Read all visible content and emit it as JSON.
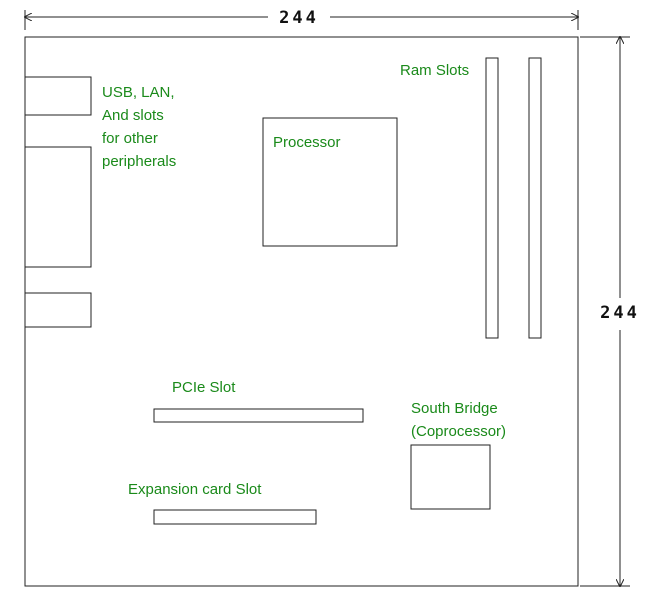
{
  "dimensions": {
    "width": "244",
    "height": "244"
  },
  "labels": {
    "ports": [
      "USB, LAN,",
      "And slots",
      "for other",
      "peripherals"
    ],
    "ram": "Ram Slots",
    "processor": "Processor",
    "pcie": "PCIe Slot",
    "south_bridge": [
      "South Bridge",
      "(Coprocessor)"
    ],
    "expansion": "Expansion card Slot"
  },
  "colors": {
    "label": "#1a8a1a",
    "outline": "#222222"
  }
}
